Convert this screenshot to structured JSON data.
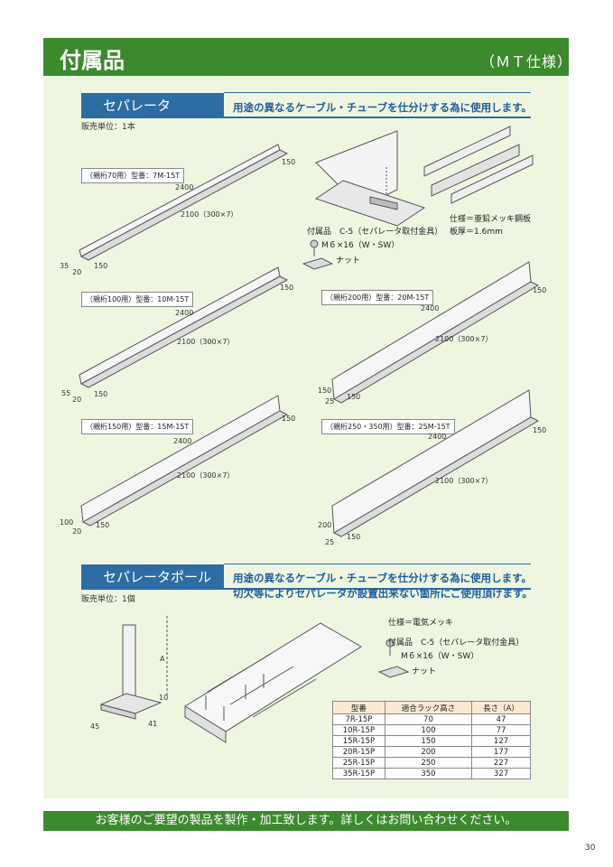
{
  "header": {
    "title": "付属品",
    "subtitle": "（ＭＴ仕様）"
  },
  "section1": {
    "label": "セパレータ",
    "description": "用途の異なるケーブル・チューブを仕分けする為に使用します。",
    "sales_unit": "販売単位：1本",
    "accessory_title": "付属品　C-5（セパレータ取付金具）",
    "accessory_bolt": "M６×16（W・SW）",
    "accessory_nut": "ナット",
    "spec_material": "仕様＝亜鉛メッキ鋼板",
    "spec_thickness": "板厚＝1.6mm",
    "products": [
      {
        "model": "（親桁70用）型番：7M-15T",
        "length": "2400",
        "pitch": "2100（300×7）",
        "flange": "150",
        "height": "35",
        "base": "20",
        "bottom": "150"
      },
      {
        "model": "（親桁100用）型番：10M-15T",
        "length": "2400",
        "pitch": "2100（300×7）",
        "flange": "150",
        "height": "55",
        "base": "20",
        "bottom": "150"
      },
      {
        "model": "（親桁150用）型番：15M-15T",
        "length": "2400",
        "pitch": "2100（300×7）",
        "flange": "150",
        "height": "100",
        "base": "20",
        "bottom": "150"
      },
      {
        "model": "（親桁200用）型番：20M-15T",
        "length": "2400",
        "pitch": "2100（300×7）",
        "flange": "150",
        "height": "150",
        "base": "25",
        "bottom": "150"
      },
      {
        "model": "（親桁250・350用）型番：25M-15T",
        "length": "2400",
        "pitch": "2100（300×7）",
        "flange": "150",
        "height": "200",
        "base": "25",
        "bottom": "150"
      }
    ]
  },
  "section2": {
    "label": "セパレータポール",
    "description_line1": "用途の異なるケーブル・チューブを仕分けする為に使用します。",
    "description_line2": "切欠等によりセパレータが設置出来ない箇所にご使用頂けます。",
    "sales_unit": "販売単位：1個",
    "spec": "仕様＝電気メッキ",
    "accessory_title": "付属品　C-5（セパレータ取付金具）",
    "accessory_bolt": "M６×16（W・SW）",
    "accessory_nut": "ナット",
    "dims": {
      "a": "A",
      "ten": "10",
      "w45": "45",
      "w41": "41"
    },
    "table": {
      "headers": [
        "型番",
        "適合ラック高さ",
        "長さ（A）"
      ],
      "rows": [
        [
          "7R-15P",
          "70",
          "47"
        ],
        [
          "10R-15P",
          "100",
          "77"
        ],
        [
          "15R-15P",
          "150",
          "127"
        ],
        [
          "20R-15P",
          "200",
          "177"
        ],
        [
          "25R-15P",
          "250",
          "227"
        ],
        [
          "35R-15P",
          "350",
          "327"
        ]
      ]
    }
  },
  "footer": "お客様のご要望の製品を製作・加工致します。詳しくはお問い合わせください。",
  "page_number": "30"
}
